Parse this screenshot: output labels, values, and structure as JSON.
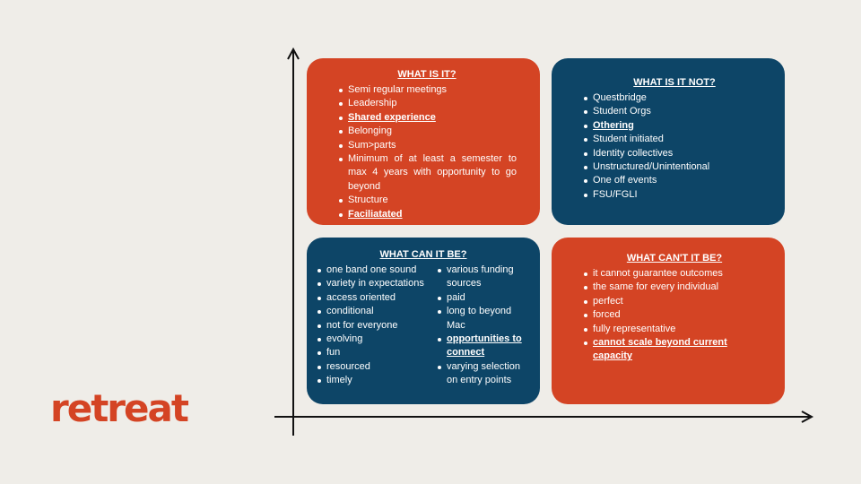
{
  "logo": "retreat",
  "quadrants": {
    "what_is_it": {
      "title": "WHAT IS IT?",
      "items": [
        "Semi regular meetings",
        "Leadership",
        "Shared experience",
        "Belonging",
        "Sum>parts",
        "Minimum of at least a semester to max 4 years with opportunity to go beyond",
        "Structure",
        "Faciliatated"
      ]
    },
    "what_is_it_not": {
      "title": "WHAT IS IT NOT?",
      "items": [
        "Questbridge",
        "Student Orgs",
        "Othering",
        "Student initiated",
        "Identity collectives",
        "Unstructured/Unintentional",
        "One off events",
        "FSU/FGLI"
      ]
    },
    "what_can_it_be": {
      "title": "WHAT CAN IT BE?",
      "col1": [
        "one band one sound",
        "variety in expectations",
        "access oriented",
        "conditional",
        "not for everyone",
        "evolving",
        "fun",
        "resourced",
        "timely"
      ],
      "col2": [
        "various funding sources",
        "paid",
        "long to beyond Mac",
        "opportunities to connect",
        "varying selection on entry points"
      ]
    },
    "what_cant_it_be": {
      "title": "WHAT CAN'T IT BE?",
      "items": [
        "it cannot guarantee outcomes",
        "the same for every individual",
        "perfect",
        "forced",
        "fully representative",
        "cannot scale beyond current capacity"
      ]
    }
  },
  "colors": {
    "orange": "#d44424",
    "navy": "#0d4567",
    "background": "#efede8"
  }
}
